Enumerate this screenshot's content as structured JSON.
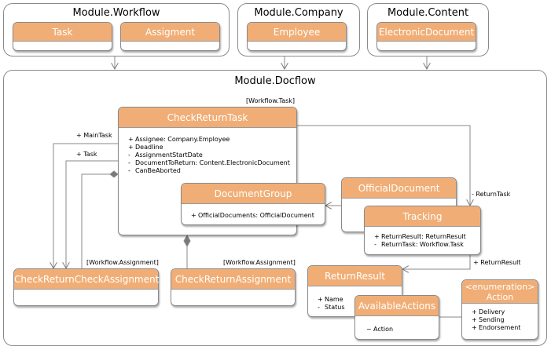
{
  "modules": {
    "workflow": {
      "title": "Module.Workflow",
      "classes": [
        "Task",
        "Assigment"
      ]
    },
    "company": {
      "title": "Module.Company",
      "classes": [
        "Employee"
      ]
    },
    "content": {
      "title": "Module.Content",
      "classes": [
        "ElectronicDocument"
      ]
    },
    "docflow": {
      "title": "Module.Docflow"
    }
  },
  "classes": {
    "check_return_task": {
      "name": "CheckReturnTask",
      "stereotype": "[Workflow.Task]",
      "members": [
        {
          "vis": "+",
          "text": "Assignee: Company.Employee"
        },
        {
          "vis": "+",
          "text": "Deadline"
        },
        {
          "vis": "-",
          "text": "AssignmentStartDate"
        },
        {
          "vis": "-",
          "text": "DocumentToReturn: Content.ElectronicDocument"
        },
        {
          "vis": "-",
          "text": "CanBeAborted"
        }
      ]
    },
    "document_group": {
      "name": "DocumentGroup",
      "members": [
        {
          "vis": "+",
          "text": "OfficialDocuments: OfficialDocument"
        }
      ]
    },
    "official_document": {
      "name": "OfficialDocument"
    },
    "tracking": {
      "name": "Tracking",
      "members": [
        {
          "vis": "+",
          "text": "ReturnResult: ReturnResult"
        },
        {
          "vis": "-",
          "text": "ReturnTask: Workflow.Task"
        }
      ]
    },
    "check_return_check_assignment": {
      "name": "CheckReturnCheckAssignment",
      "stereotype": "[Workflow.Assignment]"
    },
    "check_return_assignment": {
      "name": "CheckReturnAssignment",
      "stereotype": "[Workflow.Assignment]"
    },
    "return_result": {
      "name": "ReturnResult",
      "members": [
        {
          "vis": "+",
          "text": "Name"
        },
        {
          "vis": "-",
          "text": "Status"
        }
      ]
    },
    "available_actions": {
      "name": "AvailableActions",
      "members": [
        {
          "vis": "~",
          "text": "Action"
        }
      ]
    },
    "action": {
      "stereotype": "<enumeration>",
      "name": "Action",
      "members": [
        {
          "vis": "+",
          "text": "Delivery"
        },
        {
          "vis": "+",
          "text": "Sending"
        },
        {
          "vis": "+",
          "text": "Endorsement"
        }
      ]
    }
  },
  "associations": {
    "main_task": "+ MainTask",
    "task": "+ Task",
    "return_task": "- ReturnTask",
    "return_result": "+ ReturnResult"
  }
}
